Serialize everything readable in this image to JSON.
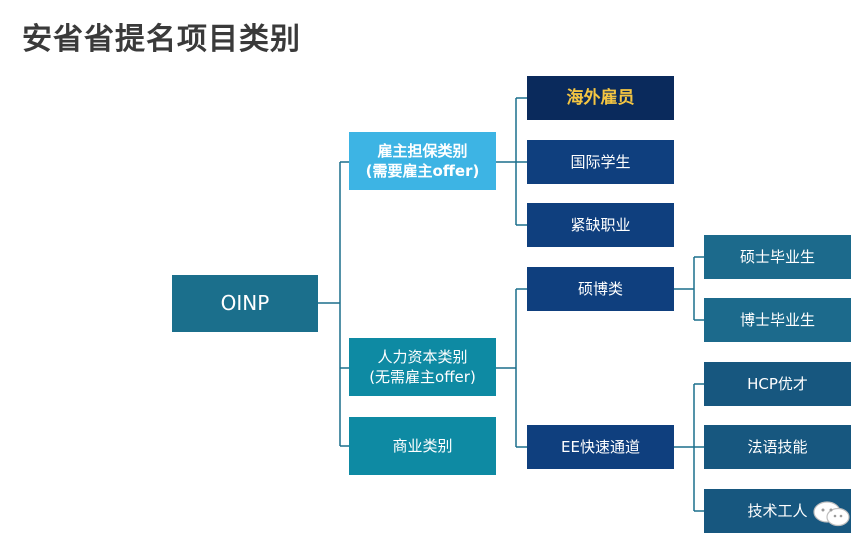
{
  "title": "安省省提名项目类别",
  "root": "OINP",
  "categories": {
    "employer": {
      "line1": "雇主担保类别",
      "line2": "(需要雇主offer)"
    },
    "human_capital": {
      "line1": "人力资本类别",
      "line2": "(无需雇主offer)"
    },
    "business": "商业类别"
  },
  "employer_streams": [
    "海外雇员",
    "国际学生",
    "紧缺职业"
  ],
  "human_capital_streams": [
    "硕博类",
    "EE快速通道"
  ],
  "masters_phd": [
    "硕士毕业生",
    "博士毕业生"
  ],
  "express_entry": [
    "HCP优才",
    "法语技能",
    "技术工人"
  ],
  "colors": {
    "line": "#1b6f8c",
    "highlight_text": "#f4c542"
  },
  "watermark_icon": "wechat-icon"
}
